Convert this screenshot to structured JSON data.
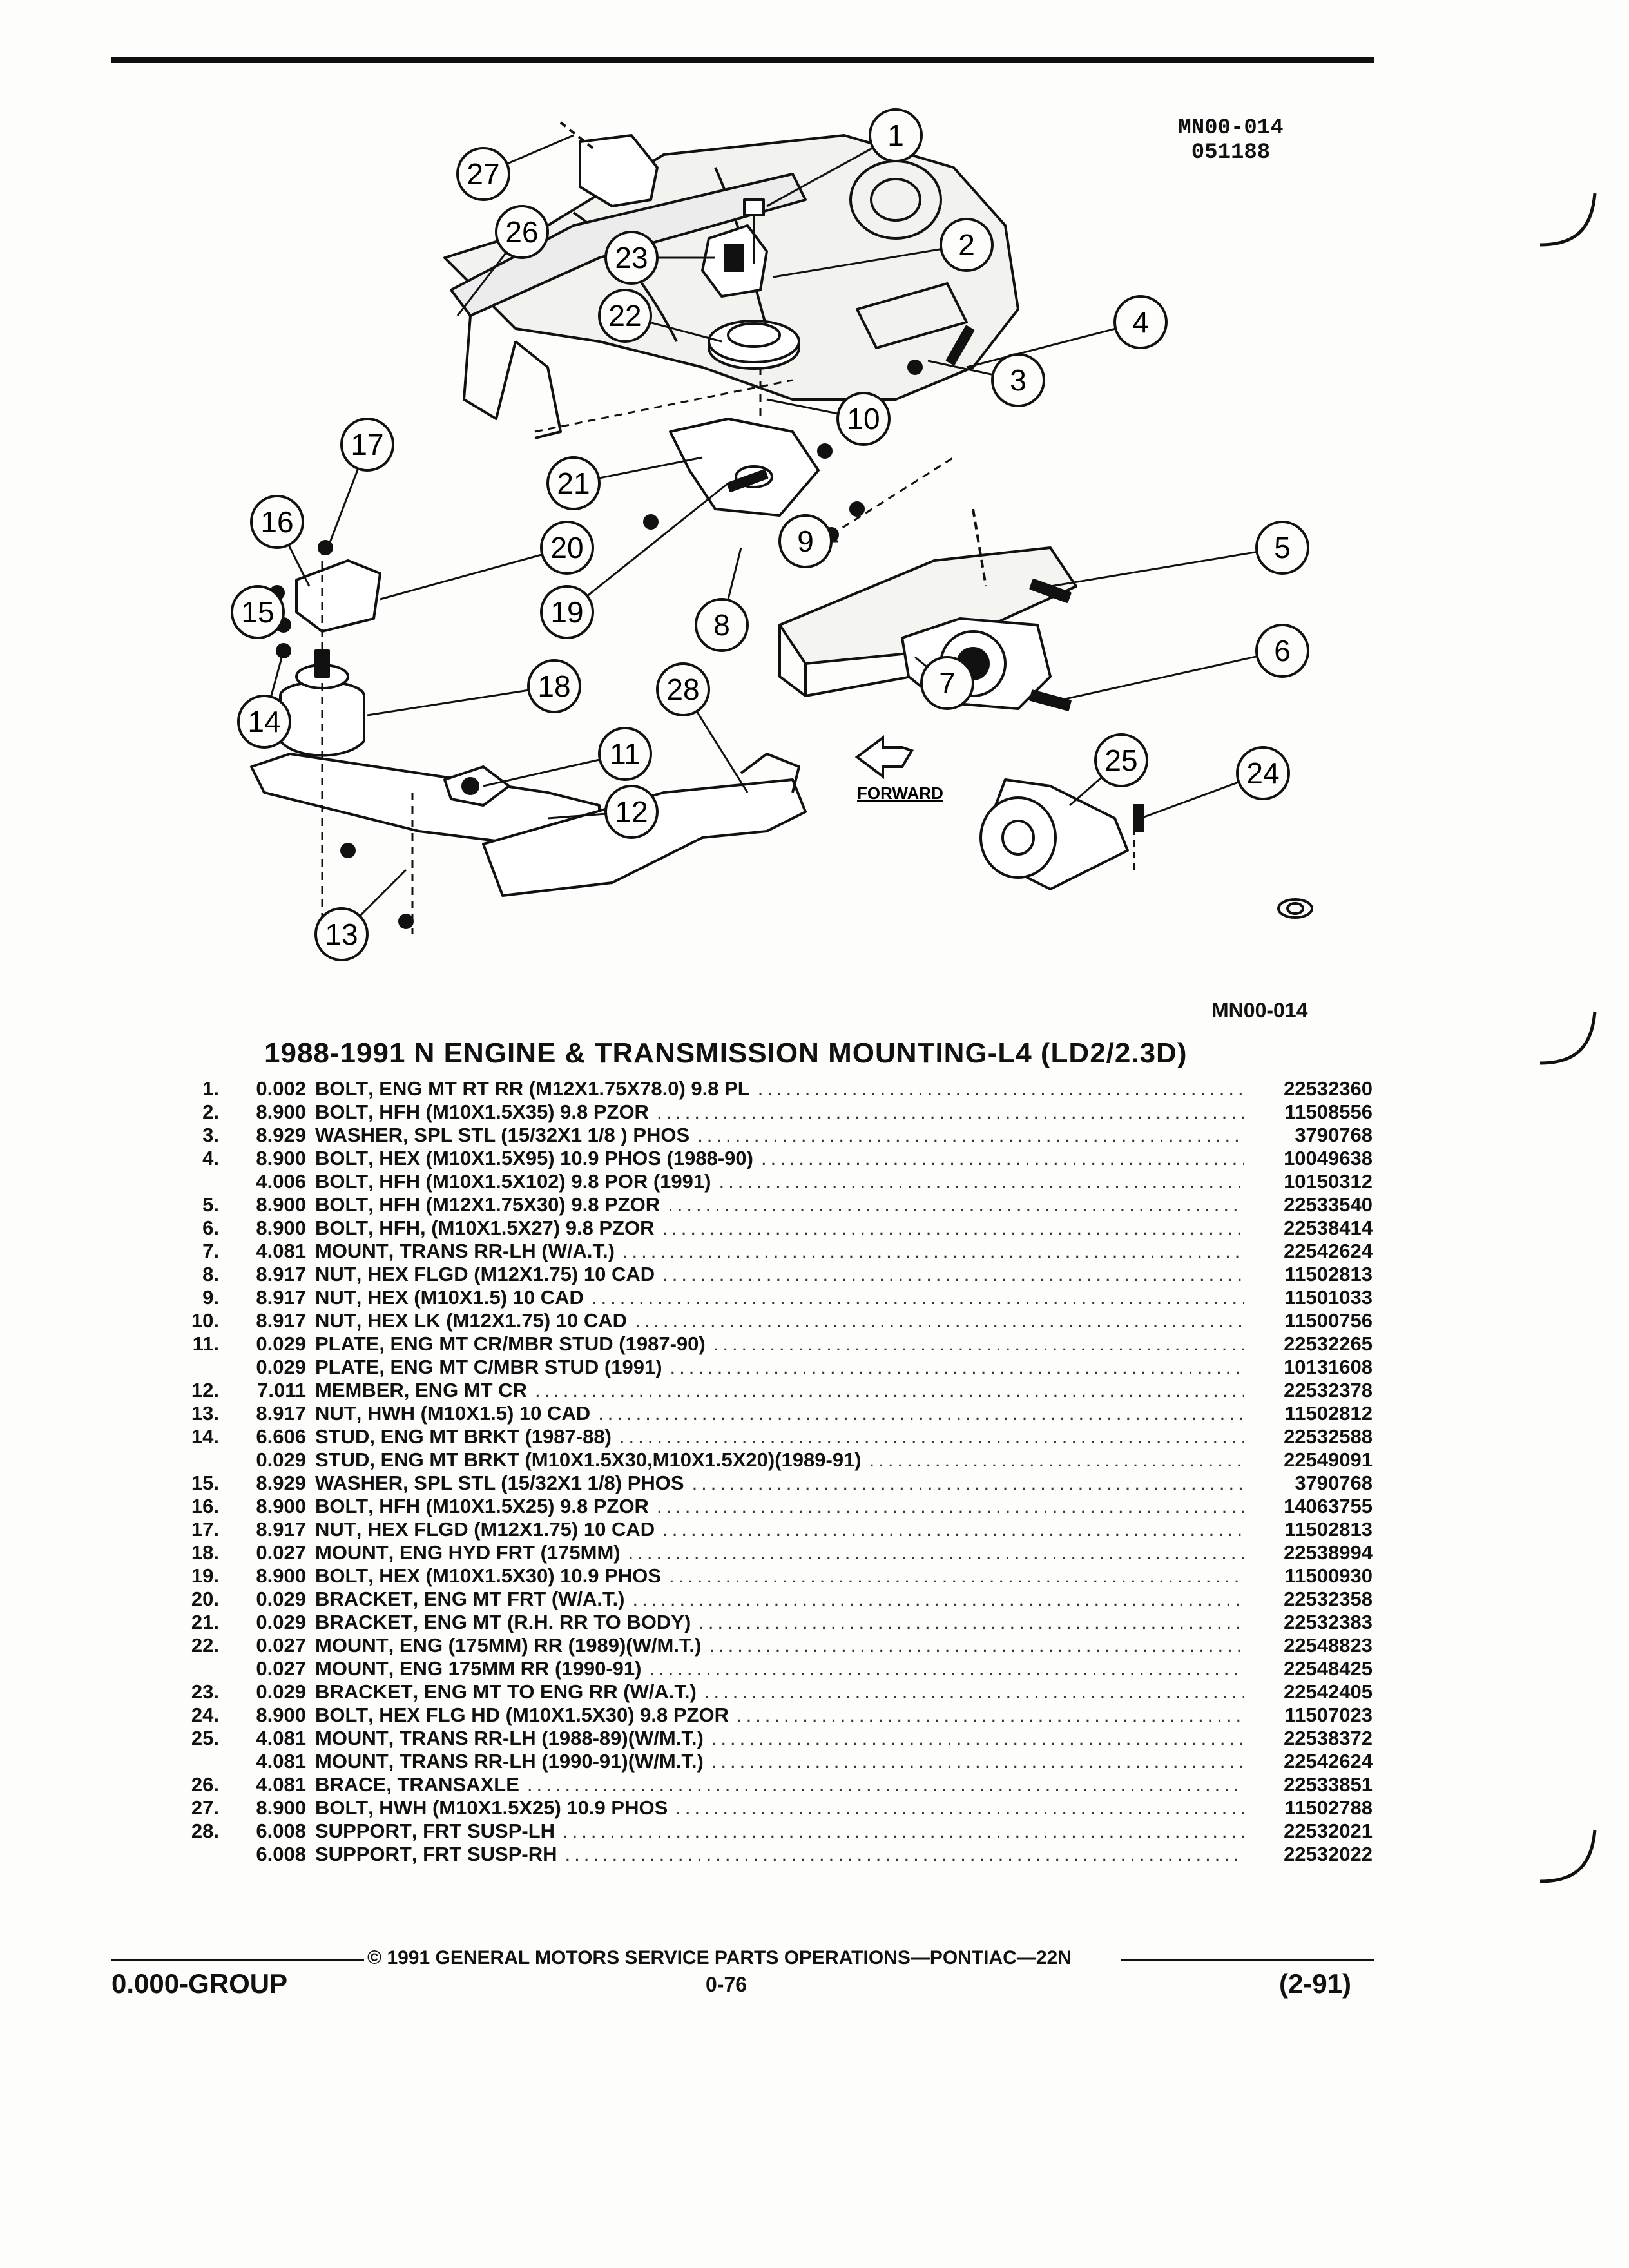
{
  "header": {
    "diagram_code_line1": "MN00-014",
    "diagram_code_line2": "051188"
  },
  "diagram": {
    "callouts": [
      "1",
      "2",
      "3",
      "4",
      "5",
      "6",
      "7",
      "8",
      "9",
      "10",
      "11",
      "12",
      "13",
      "14",
      "15",
      "16",
      "17",
      "18",
      "19",
      "20",
      "21",
      "22",
      "23",
      "24",
      "25",
      "26",
      "27",
      "28"
    ],
    "forward_label": "FORWARD"
  },
  "figure_caption": "MN00-014",
  "title": "1988-1991 N ENGINE & TRANSMISSION MOUNTING-L4 (LD2/2.3D)",
  "parts": [
    {
      "num": "1.",
      "code": "0.002",
      "name": "BOLT",
      "desc": ", ENG MT RT RR (M12X1.75X78.0) 9.8 PL",
      "pn": "22532360"
    },
    {
      "num": "2.",
      "code": "8.900",
      "name": "BOLT",
      "desc": ", HFH (M10X1.5X35) 9.8 PZOR",
      "pn": "11508556"
    },
    {
      "num": "3.",
      "code": "8.929",
      "name": "WASHER",
      "desc": ", SPL STL (15/32X1 1/8 ) PHOS",
      "pn": "3790768"
    },
    {
      "num": "4.",
      "code": "8.900",
      "name": "BOLT",
      "desc": ", HEX (M10X1.5X95) 10.9 PHOS (1988-90)",
      "pn": "10049638"
    },
    {
      "num": "",
      "code": "4.006",
      "name": "BOLT",
      "desc": ", HFH (M10X1.5X102) 9.8 POR (1991)",
      "pn": "10150312"
    },
    {
      "num": "5.",
      "code": "8.900",
      "name": "BOLT",
      "desc": ", HFH (M12X1.75X30) 9.8 PZOR",
      "pn": "22533540"
    },
    {
      "num": "6.",
      "code": "8.900",
      "name": "BOLT",
      "desc": ", HFH, (M10X1.5X27) 9.8 PZOR",
      "pn": "22538414"
    },
    {
      "num": "7.",
      "code": "4.081",
      "name": "MOUNT",
      "desc": ", TRANS RR-LH (W/A.T.)",
      "pn": "22542624"
    },
    {
      "num": "8.",
      "code": "8.917",
      "name": "NUT",
      "desc": ", HEX FLGD (M12X1.75) 10 CAD",
      "pn": "11502813"
    },
    {
      "num": "9.",
      "code": "8.917",
      "name": "NUT",
      "desc": ", HEX (M10X1.5) 10 CAD",
      "pn": "11501033"
    },
    {
      "num": "10.",
      "code": "8.917",
      "name": "NUT",
      "desc": ", HEX LK (M12X1.75) 10 CAD",
      "pn": "11500756"
    },
    {
      "num": "11.",
      "code": "0.029",
      "name": "PLATE",
      "desc": ", ENG MT CR/MBR STUD (1987-90)",
      "pn": "22532265"
    },
    {
      "num": "",
      "code": "0.029",
      "name": "PLATE",
      "desc": ", ENG MT C/MBR STUD (1991)",
      "pn": "10131608"
    },
    {
      "num": "12.",
      "code": "7.011",
      "name": "MEMBER",
      "desc": ", ENG MT CR",
      "pn": "22532378"
    },
    {
      "num": "13.",
      "code": "8.917",
      "name": "NUT",
      "desc": ", HWH (M10X1.5) 10 CAD",
      "pn": "11502812"
    },
    {
      "num": "14.",
      "code": "6.606",
      "name": "STUD",
      "desc": ", ENG MT BRKT (1987-88)",
      "pn": "22532588"
    },
    {
      "num": "",
      "code": "0.029",
      "name": "STUD",
      "desc": ", ENG MT BRKT (M10X1.5X30,M10X1.5X20)(1989-91)",
      "pn": "22549091"
    },
    {
      "num": "15.",
      "code": "8.929",
      "name": "WASHER",
      "desc": ", SPL STL (15/32X1 1/8) PHOS",
      "pn": "3790768"
    },
    {
      "num": "16.",
      "code": "8.900",
      "name": "BOLT",
      "desc": ", HFH (M10X1.5X25) 9.8 PZOR",
      "pn": "14063755"
    },
    {
      "num": "17.",
      "code": "8.917",
      "name": "NUT",
      "desc": ", HEX FLGD (M12X1.75) 10 CAD",
      "pn": "11502813"
    },
    {
      "num": "18.",
      "code": "0.027",
      "name": "MOUNT",
      "desc": ", ENG HYD FRT (175MM)",
      "pn": "22538994"
    },
    {
      "num": "19.",
      "code": "8.900",
      "name": "BOLT",
      "desc": ", HEX (M10X1.5X30) 10.9 PHOS",
      "pn": "11500930"
    },
    {
      "num": "20.",
      "code": "0.029",
      "name": "BRACKET",
      "desc": ", ENG MT FRT (W/A.T.)",
      "pn": "22532358"
    },
    {
      "num": "21.",
      "code": "0.029",
      "name": "BRACKET",
      "desc": ", ENG MT (R.H. RR TO BODY)",
      "pn": "22532383"
    },
    {
      "num": "22.",
      "code": "0.027",
      "name": "MOUNT",
      "desc": ", ENG (175MM) RR (1989)(W/M.T.)",
      "pn": "22548823"
    },
    {
      "num": "",
      "code": "0.027",
      "name": "MOUNT",
      "desc": ", ENG 175MM RR (1990-91)",
      "pn": "22548425"
    },
    {
      "num": "23.",
      "code": "0.029",
      "name": "BRACKET",
      "desc": ", ENG MT TO ENG RR (W/A.T.)",
      "pn": "22542405"
    },
    {
      "num": "24.",
      "code": "8.900",
      "name": "BOLT",
      "desc": ", HEX FLG HD (M10X1.5X30) 9.8 PZOR",
      "pn": "11507023"
    },
    {
      "num": "25.",
      "code": "4.081",
      "name": "MOUNT",
      "desc": ", TRANS RR-LH (1988-89)(W/M.T.)",
      "pn": "22538372"
    },
    {
      "num": "",
      "code": "4.081",
      "name": "MOUNT",
      "desc": ", TRANS RR-LH (1990-91)(W/M.T.)",
      "pn": "22542624"
    },
    {
      "num": "26.",
      "code": "4.081",
      "name": "BRACE",
      "desc": ", TRANSAXLE",
      "pn": "22533851"
    },
    {
      "num": "27.",
      "code": "8.900",
      "name": "BOLT",
      "desc": ", HWH (M10X1.5X25) 10.9 PHOS",
      "pn": "11502788"
    },
    {
      "num": "28.",
      "code": "6.008",
      "name": "SUPPORT",
      "desc": ", FRT SUSP-LH",
      "pn": "22532021"
    },
    {
      "num": "",
      "code": "6.008",
      "name": "SUPPORT",
      "desc": ", FRT SUSP-RH",
      "pn": "22532022"
    }
  ],
  "footer": {
    "copyright": "© 1991 GENERAL MOTORS SERVICE PARTS OPERATIONS—PONTIAC—22N",
    "group": "0.000-GROUP",
    "page": "0-76",
    "date": "(2-91)"
  }
}
